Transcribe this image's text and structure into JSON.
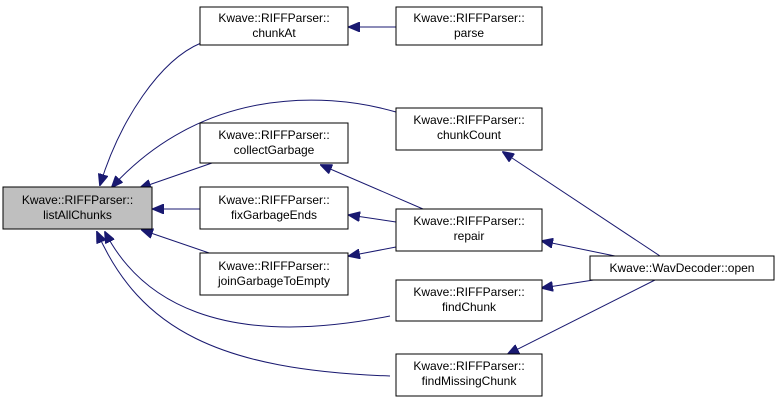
{
  "nodes": {
    "list_all_chunks": {
      "line1": "Kwave::RIFFParser::",
      "line2": "listAllChunks"
    },
    "chunk_at": {
      "line1": "Kwave::RIFFParser::",
      "line2": "chunkAt"
    },
    "parse": {
      "line1": "Kwave::RIFFParser::",
      "line2": "parse"
    },
    "chunk_count": {
      "line1": "Kwave::RIFFParser::",
      "line2": "chunkCount"
    },
    "collect_garbage": {
      "line1": "Kwave::RIFFParser::",
      "line2": "collectGarbage"
    },
    "fix_garbage_ends": {
      "line1": "Kwave::RIFFParser::",
      "line2": "fixGarbageEnds"
    },
    "repair": {
      "line1": "Kwave::RIFFParser::",
      "line2": "repair"
    },
    "join_garbage_to_empty": {
      "line1": "Kwave::RIFFParser::",
      "line2": "joinGarbageToEmpty"
    },
    "find_chunk": {
      "line1": "Kwave::RIFFParser::",
      "line2": "findChunk"
    },
    "find_missing_chunk": {
      "line1": "Kwave::RIFFParser::",
      "line2": "findMissingChunk"
    },
    "wav_decoder_open": {
      "line1": "Kwave::WavDecoder::open"
    }
  },
  "colors": {
    "edge": "#191970",
    "highlight_fill": "#bfbfbf"
  }
}
